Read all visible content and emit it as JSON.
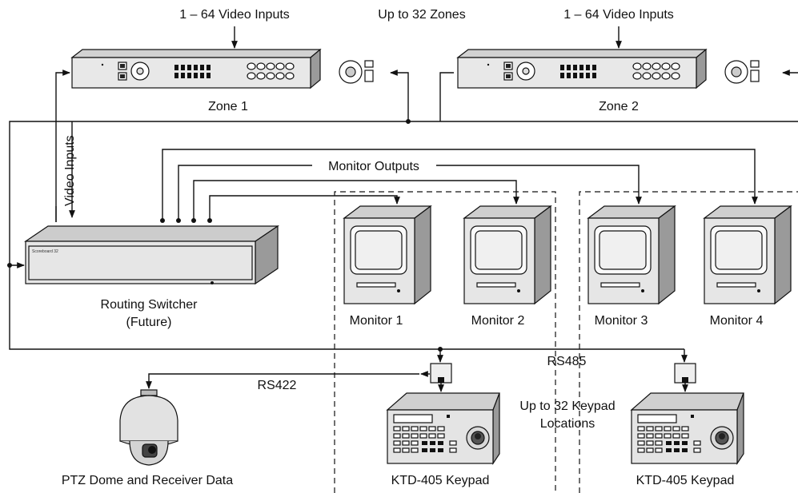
{
  "labels": {
    "video_inputs_zone1": "1 – 64 Video Inputs",
    "video_inputs_zone2": "1 – 64 Video Inputs",
    "up_to_zones": "Up to 32 Zones",
    "zone1": "Zone 1",
    "zone2": "Zone 2",
    "video_inputs_vertical": "Video Inputs",
    "monitor_outputs": "Monitor Outputs",
    "routing_switcher_line1": "Routing Switcher",
    "routing_switcher_line2": "(Future)",
    "monitor1": "Monitor 1",
    "monitor2": "Monitor 2",
    "monitor3": "Monitor 3",
    "monitor4": "Monitor 4",
    "rs485": "RS485",
    "rs422": "RS422",
    "keypad_locations_line1": "Up to 32 Keypad",
    "keypad_locations_line2": "Locations",
    "ptz_dome": "PTZ Dome and Receiver Data",
    "keypad1": "KTD-405 Keypad",
    "keypad2": "KTD-405 Keypad",
    "switcher_brand": "Scoreboard 32"
  },
  "colors": {
    "line": "#111111",
    "device_face": "#e6e6e6",
    "device_top": "#c9c9c9",
    "device_side": "#9a9a9a",
    "screen": "#f2f2f2"
  }
}
